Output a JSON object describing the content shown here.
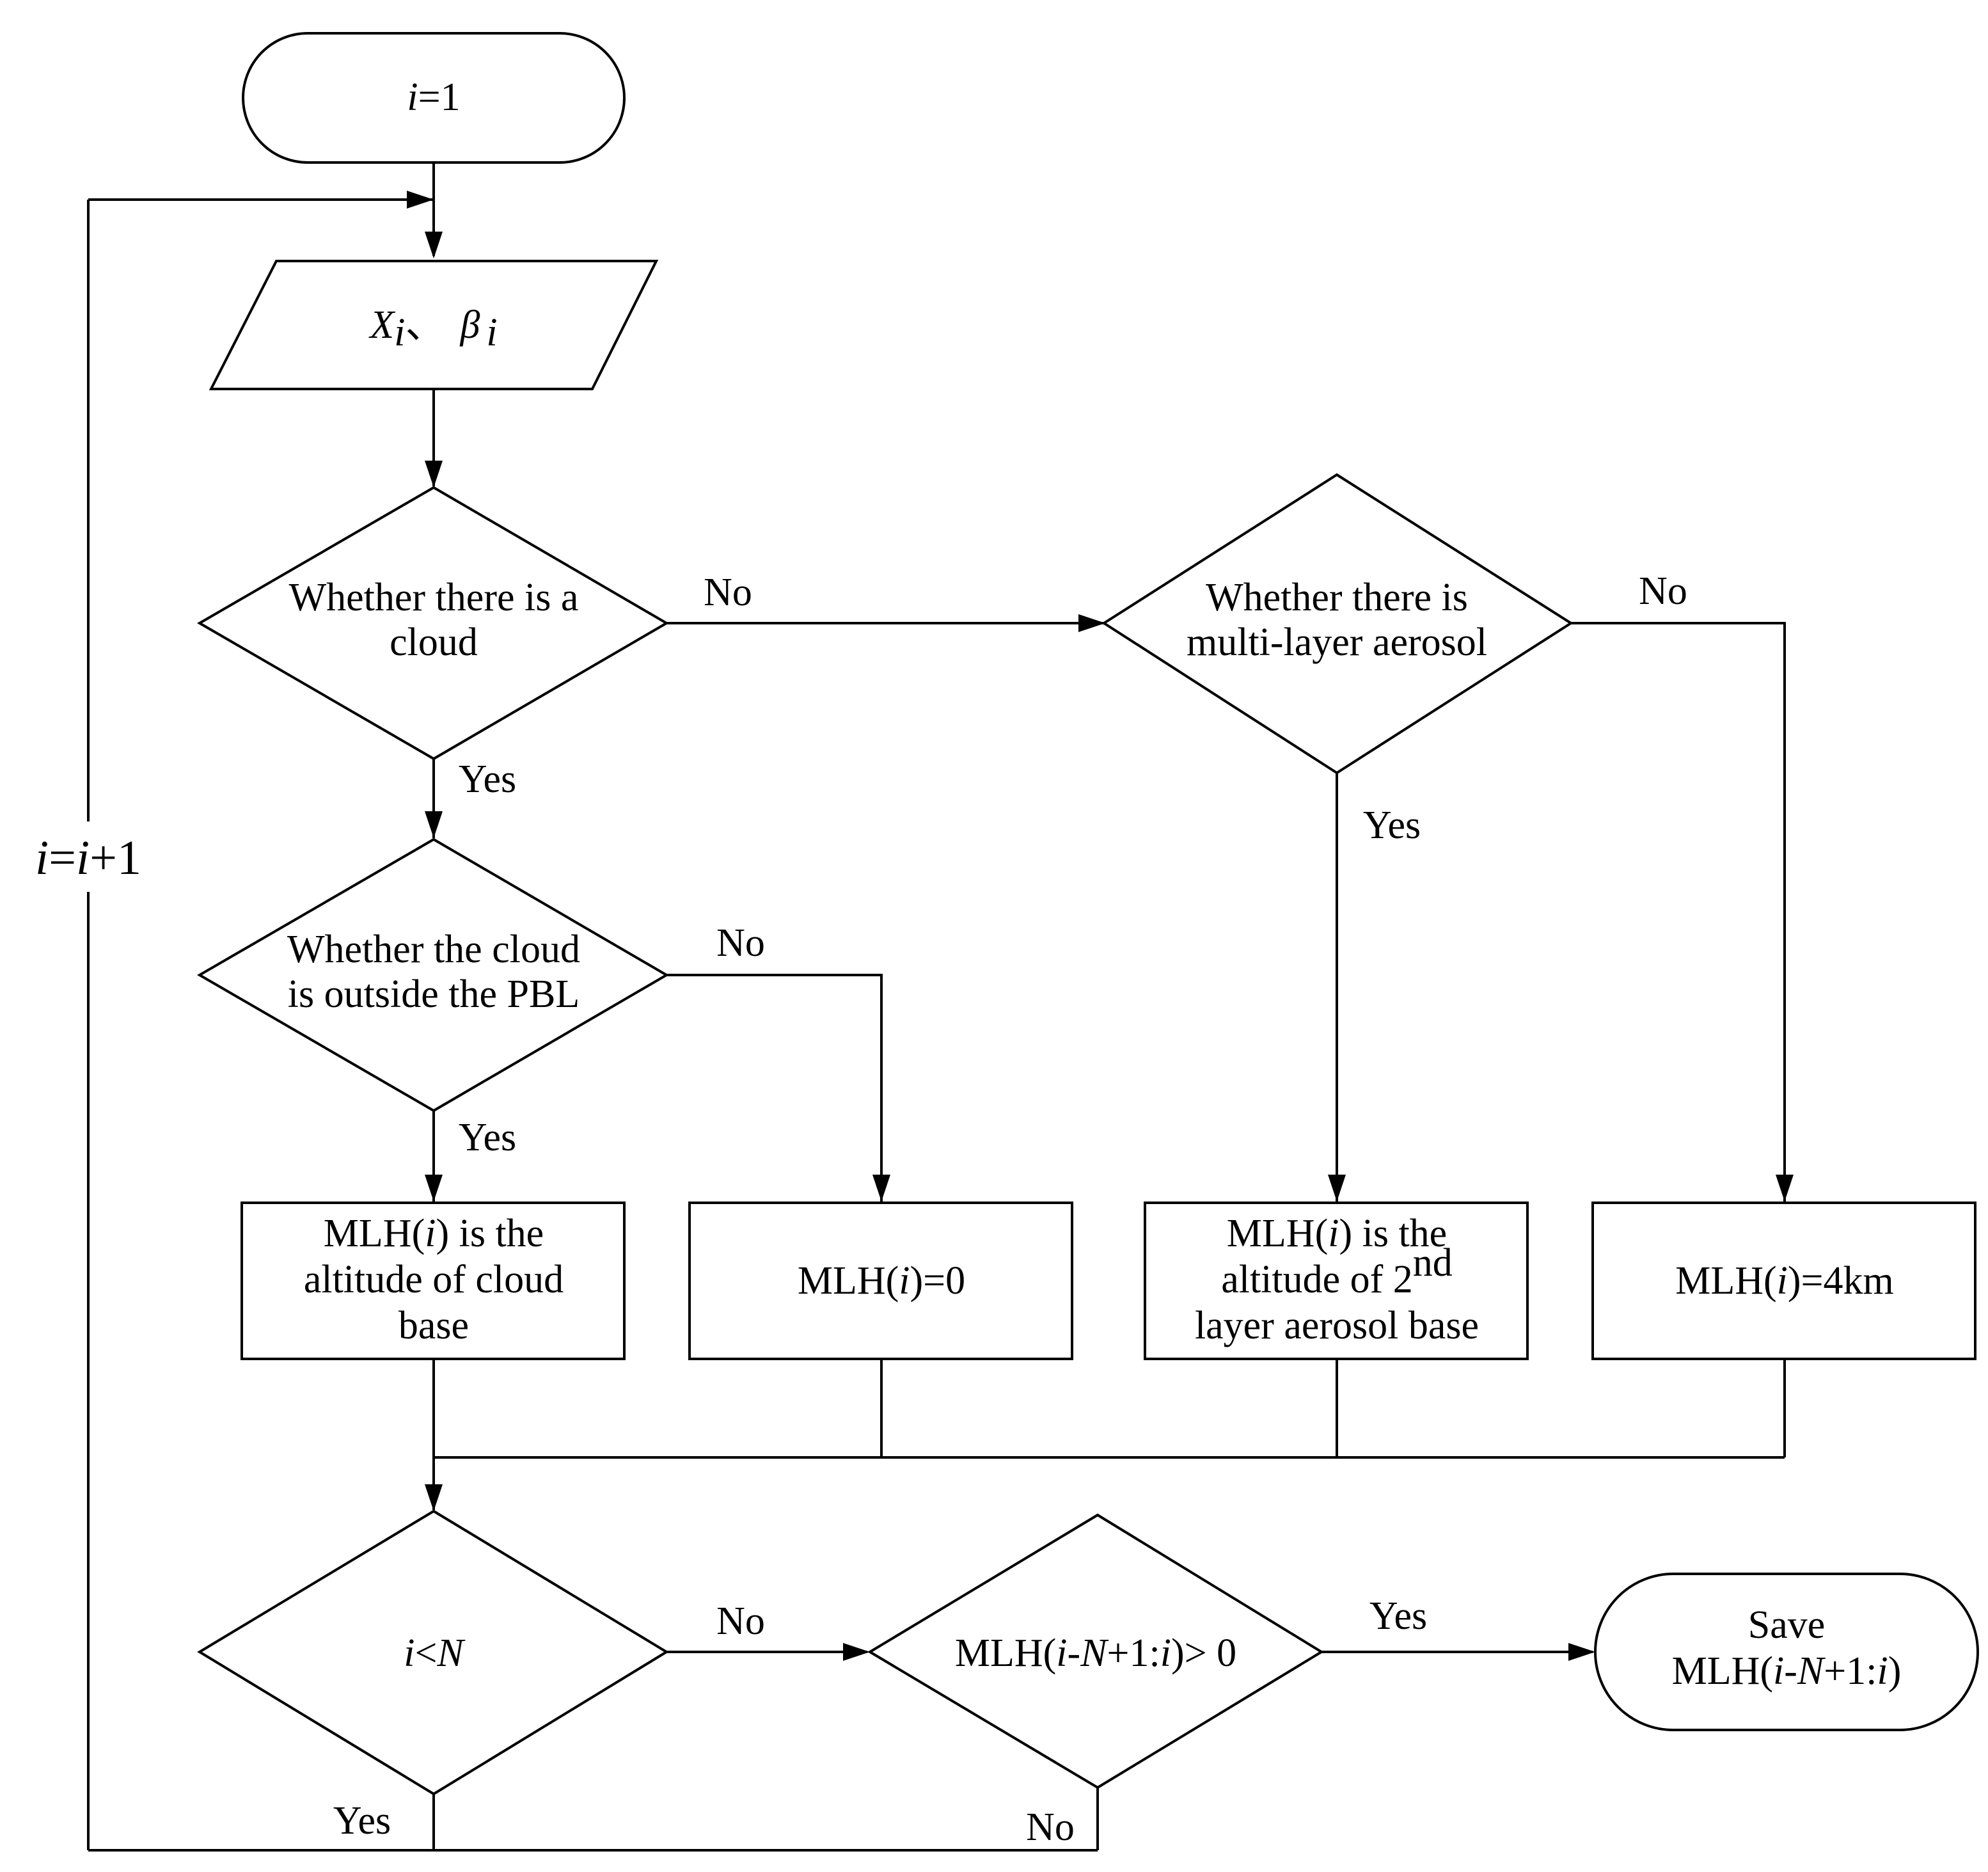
{
  "nodes": {
    "start": {
      "pre": "",
      "var": "i",
      "post": "=1"
    },
    "input": {
      "x": "X",
      "x_sub": "i",
      "sep": "、",
      "beta": "β",
      "beta_sub": "i"
    },
    "cloud_check": {
      "line1": "Whether there is a",
      "line2": "cloud"
    },
    "multilayer_check": {
      "line1": "Whether there is",
      "line2": "multi-layer aerosol"
    },
    "pbl_check": {
      "line1": "Whether the cloud",
      "line2": "is outside the PBL"
    },
    "box_cloud_base": {
      "line1_pre": "MLH(",
      "line1_var": "i",
      "line1_post": ") is the",
      "line2": "altitude of  cloud",
      "line3": "base"
    },
    "box_zero": {
      "pre": "MLH(",
      "var": "i",
      "post": ")=0"
    },
    "box_aerosol": {
      "line1_pre": "MLH(",
      "line1_var": "i",
      "line1_post": ") is the",
      "line2": "altitude of  2",
      "line2_sup": "nd",
      "line3": "layer aerosol base"
    },
    "box_4km": {
      "pre": "MLH(",
      "var": "i",
      "post": ")=4km"
    },
    "i_less_n": {
      "v1": "i",
      "op": "<",
      "v2": "N"
    },
    "mlh_positive": {
      "p1": "MLH(",
      "v1": "i",
      "p2": "-",
      "v2": "N",
      "p3": "+1:",
      "v3": "i",
      "p4": ")> 0"
    },
    "save": {
      "line1": "Save",
      "p1": "MLH(",
      "v1": "i",
      "p2": "-",
      "v2": "N",
      "p3": "+1:",
      "v3": "i",
      "p4": ")"
    }
  },
  "labels": {
    "cloud_no": "No",
    "cloud_yes": "Yes",
    "multilayer_no": "No",
    "multilayer_yes": "Yes",
    "pbl_no": "No",
    "pbl_yes": "Yes",
    "ilessn_no": "No",
    "ilessn_yes": "Yes",
    "positive_yes": "Yes",
    "positive_no": "No"
  },
  "loop_label": {
    "a": "i",
    "b": "=",
    "c": "i",
    "d": "+1"
  }
}
